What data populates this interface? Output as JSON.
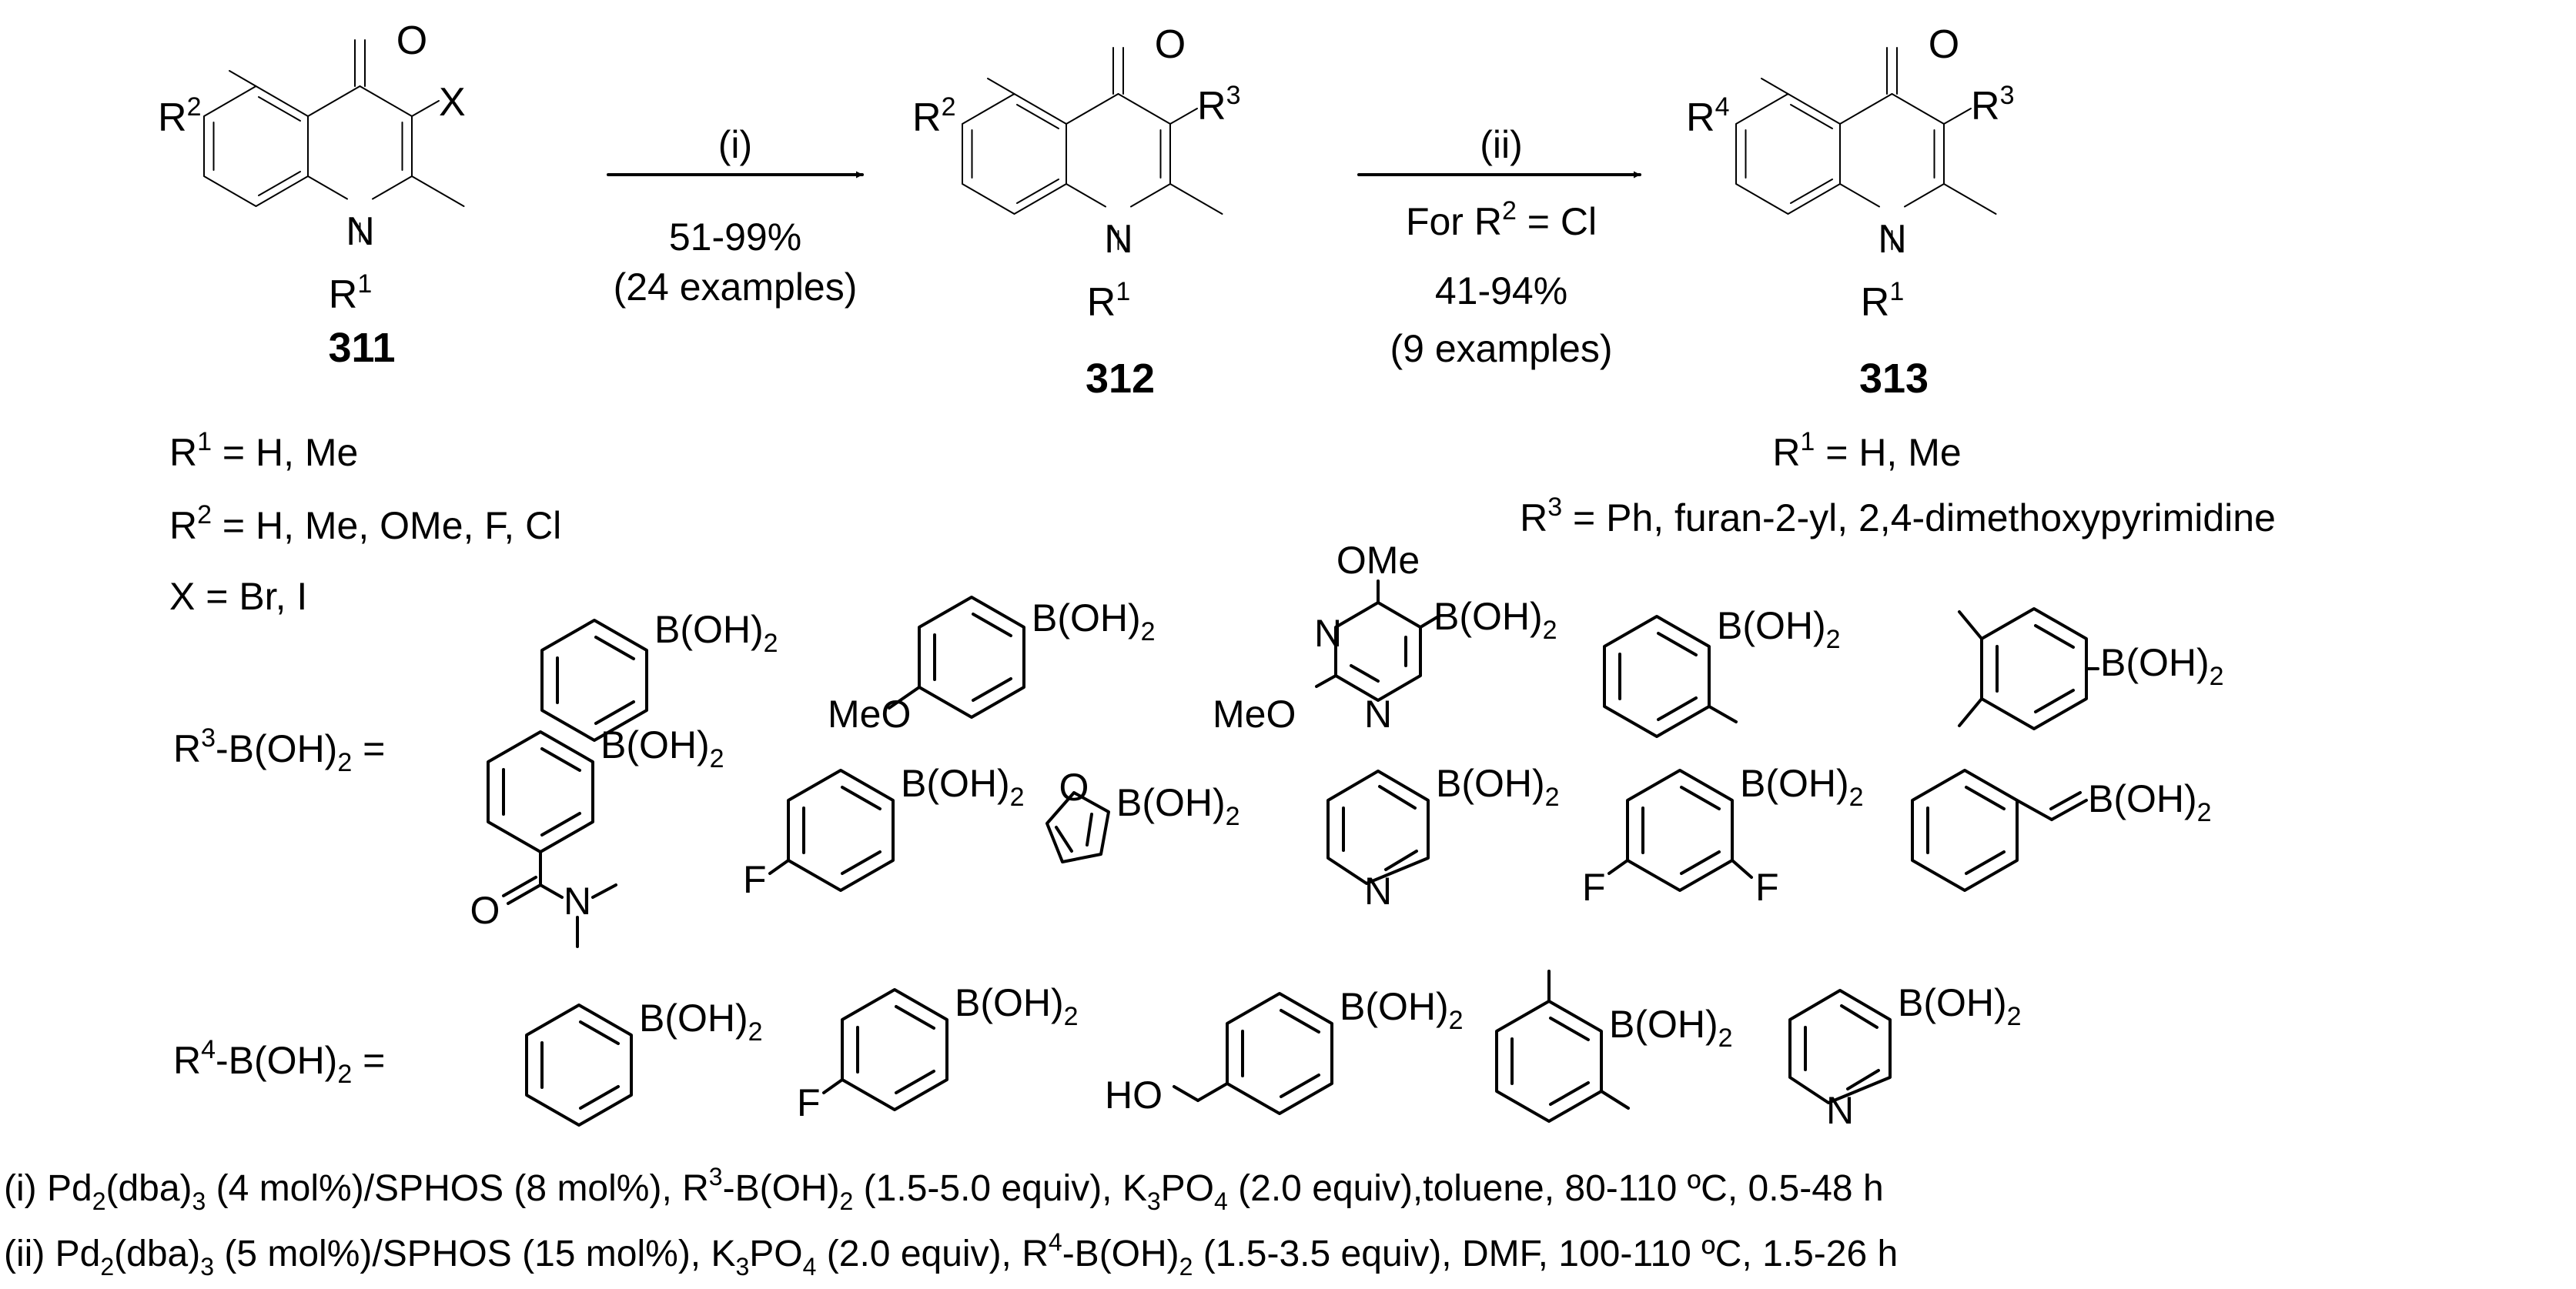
{
  "compounds": {
    "c311": {
      "number": "311",
      "R_top": "R",
      "R_top_sup": "2",
      "X": "X",
      "O": "O",
      "N": "N",
      "R_N": "R",
      "R_N_sup": "1"
    },
    "c312": {
      "number": "312",
      "R_top": "R",
      "R_top_sup": "2",
      "R_right": "R",
      "R_right_sup": "3",
      "O": "O",
      "N": "N",
      "R_N": "R",
      "R_N_sup": "1"
    },
    "c313": {
      "number": "313",
      "R_top": "R",
      "R_top_sup": "4",
      "R_right": "R",
      "R_right_sup": "3",
      "O": "O",
      "N": "N",
      "R_N": "R",
      "R_N_sup": "1"
    }
  },
  "arrows": {
    "step1": {
      "label": "(i)",
      "yield": "51-99%",
      "examples": "(24 examples)"
    },
    "step2": {
      "label": "(ii)",
      "cond_pre": "For R",
      "cond_sup": "2",
      "cond_post": " = Cl",
      "yield": "41-94%",
      "examples": "(9 examples)"
    }
  },
  "definitions_311": {
    "r1": {
      "pre": "R",
      "sup": "1",
      "post": " = H, Me"
    },
    "r2": {
      "pre": "R",
      "sup": "2",
      "post": " = H, Me, OMe, F, Cl"
    },
    "x": "X = Br, I"
  },
  "definitions_313": {
    "r1": {
      "pre": "R",
      "sup": "1",
      "post": " = H, Me"
    },
    "r3": {
      "pre": "R",
      "sup": "3",
      "post": " = Ph, furan-2-yl, 2,4-dimethoxypyrimidine"
    }
  },
  "r3_header": {
    "pre": "R",
    "sup": "3",
    "mid": "-B(OH)",
    "sub": "2",
    "post": " ="
  },
  "r4_header": {
    "pre": "R",
    "sup": "4",
    "mid": "-B(OH)",
    "sub": "2",
    "post": " ="
  },
  "reagents": {
    "boronic": {
      "text": "B(OH)",
      "sub": "2"
    },
    "meo": "MeO",
    "ome": "OMe",
    "n": "N",
    "o": "O",
    "f": "F",
    "ho": "HO"
  },
  "conditions": {
    "line1": [
      {
        "t": "(i) Pd"
      },
      {
        "sub": "2"
      },
      {
        "t": "(dba)"
      },
      {
        "sub": "3"
      },
      {
        "t": " (4 mol%)/SPHOS (8 mol%), R"
      },
      {
        "sup": "3"
      },
      {
        "t": "-B(OH)"
      },
      {
        "sub": "2"
      },
      {
        "t": " (1.5-5.0 equiv), K"
      },
      {
        "sub": "3"
      },
      {
        "t": "PO"
      },
      {
        "sub": "4"
      },
      {
        "t": " (2.0 equiv),toluene, 80-110 ºC, 0.5-48 h"
      }
    ],
    "line2": [
      {
        "t": "(ii) Pd"
      },
      {
        "sub": "2"
      },
      {
        "t": "(dba)"
      },
      {
        "sub": "3"
      },
      {
        "t": " (5 mol%)/SPHOS (15 mol%), K"
      },
      {
        "sub": "3"
      },
      {
        "t": "PO"
      },
      {
        "sub": "4"
      },
      {
        "t": " (2.0 equiv), R"
      },
      {
        "sup": "4"
      },
      {
        "t": "-B(OH)"
      },
      {
        "sub": "2"
      },
      {
        "t": " (1.5-3.5 equiv), DMF, 100-110 ºC, 1.5-26 h"
      }
    ]
  }
}
